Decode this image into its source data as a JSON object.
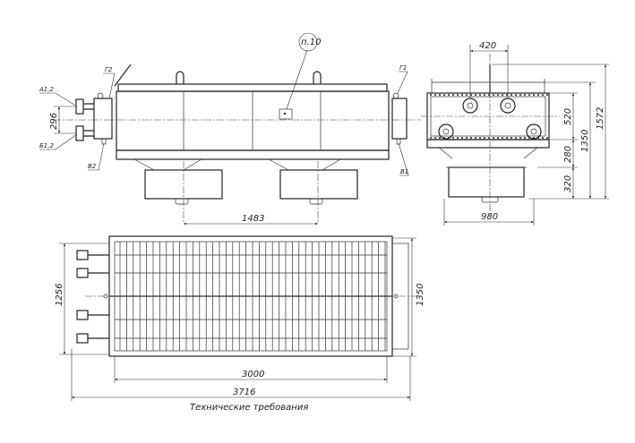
{
  "front_view": {
    "callout": "п.10",
    "labels": {
      "a": "А1,2",
      "b": "Б1,2",
      "v2": "В2",
      "g2": "Г2",
      "g1": "Г1",
      "v1": "В1"
    },
    "dim_flange_spacing": "296",
    "dim_fan_spacing": "1483"
  },
  "side_view": {
    "dim_top": "420",
    "dim_520": "520",
    "dim_280": "280",
    "dim_320": "320",
    "dim_1350": "1350",
    "dim_1572": "1572",
    "dim_980": "980"
  },
  "plan_view": {
    "dim_1256": "1256",
    "dim_1350": "1350",
    "dim_3000": "3000",
    "dim_3716": "3716",
    "caption": "Технические требования"
  }
}
